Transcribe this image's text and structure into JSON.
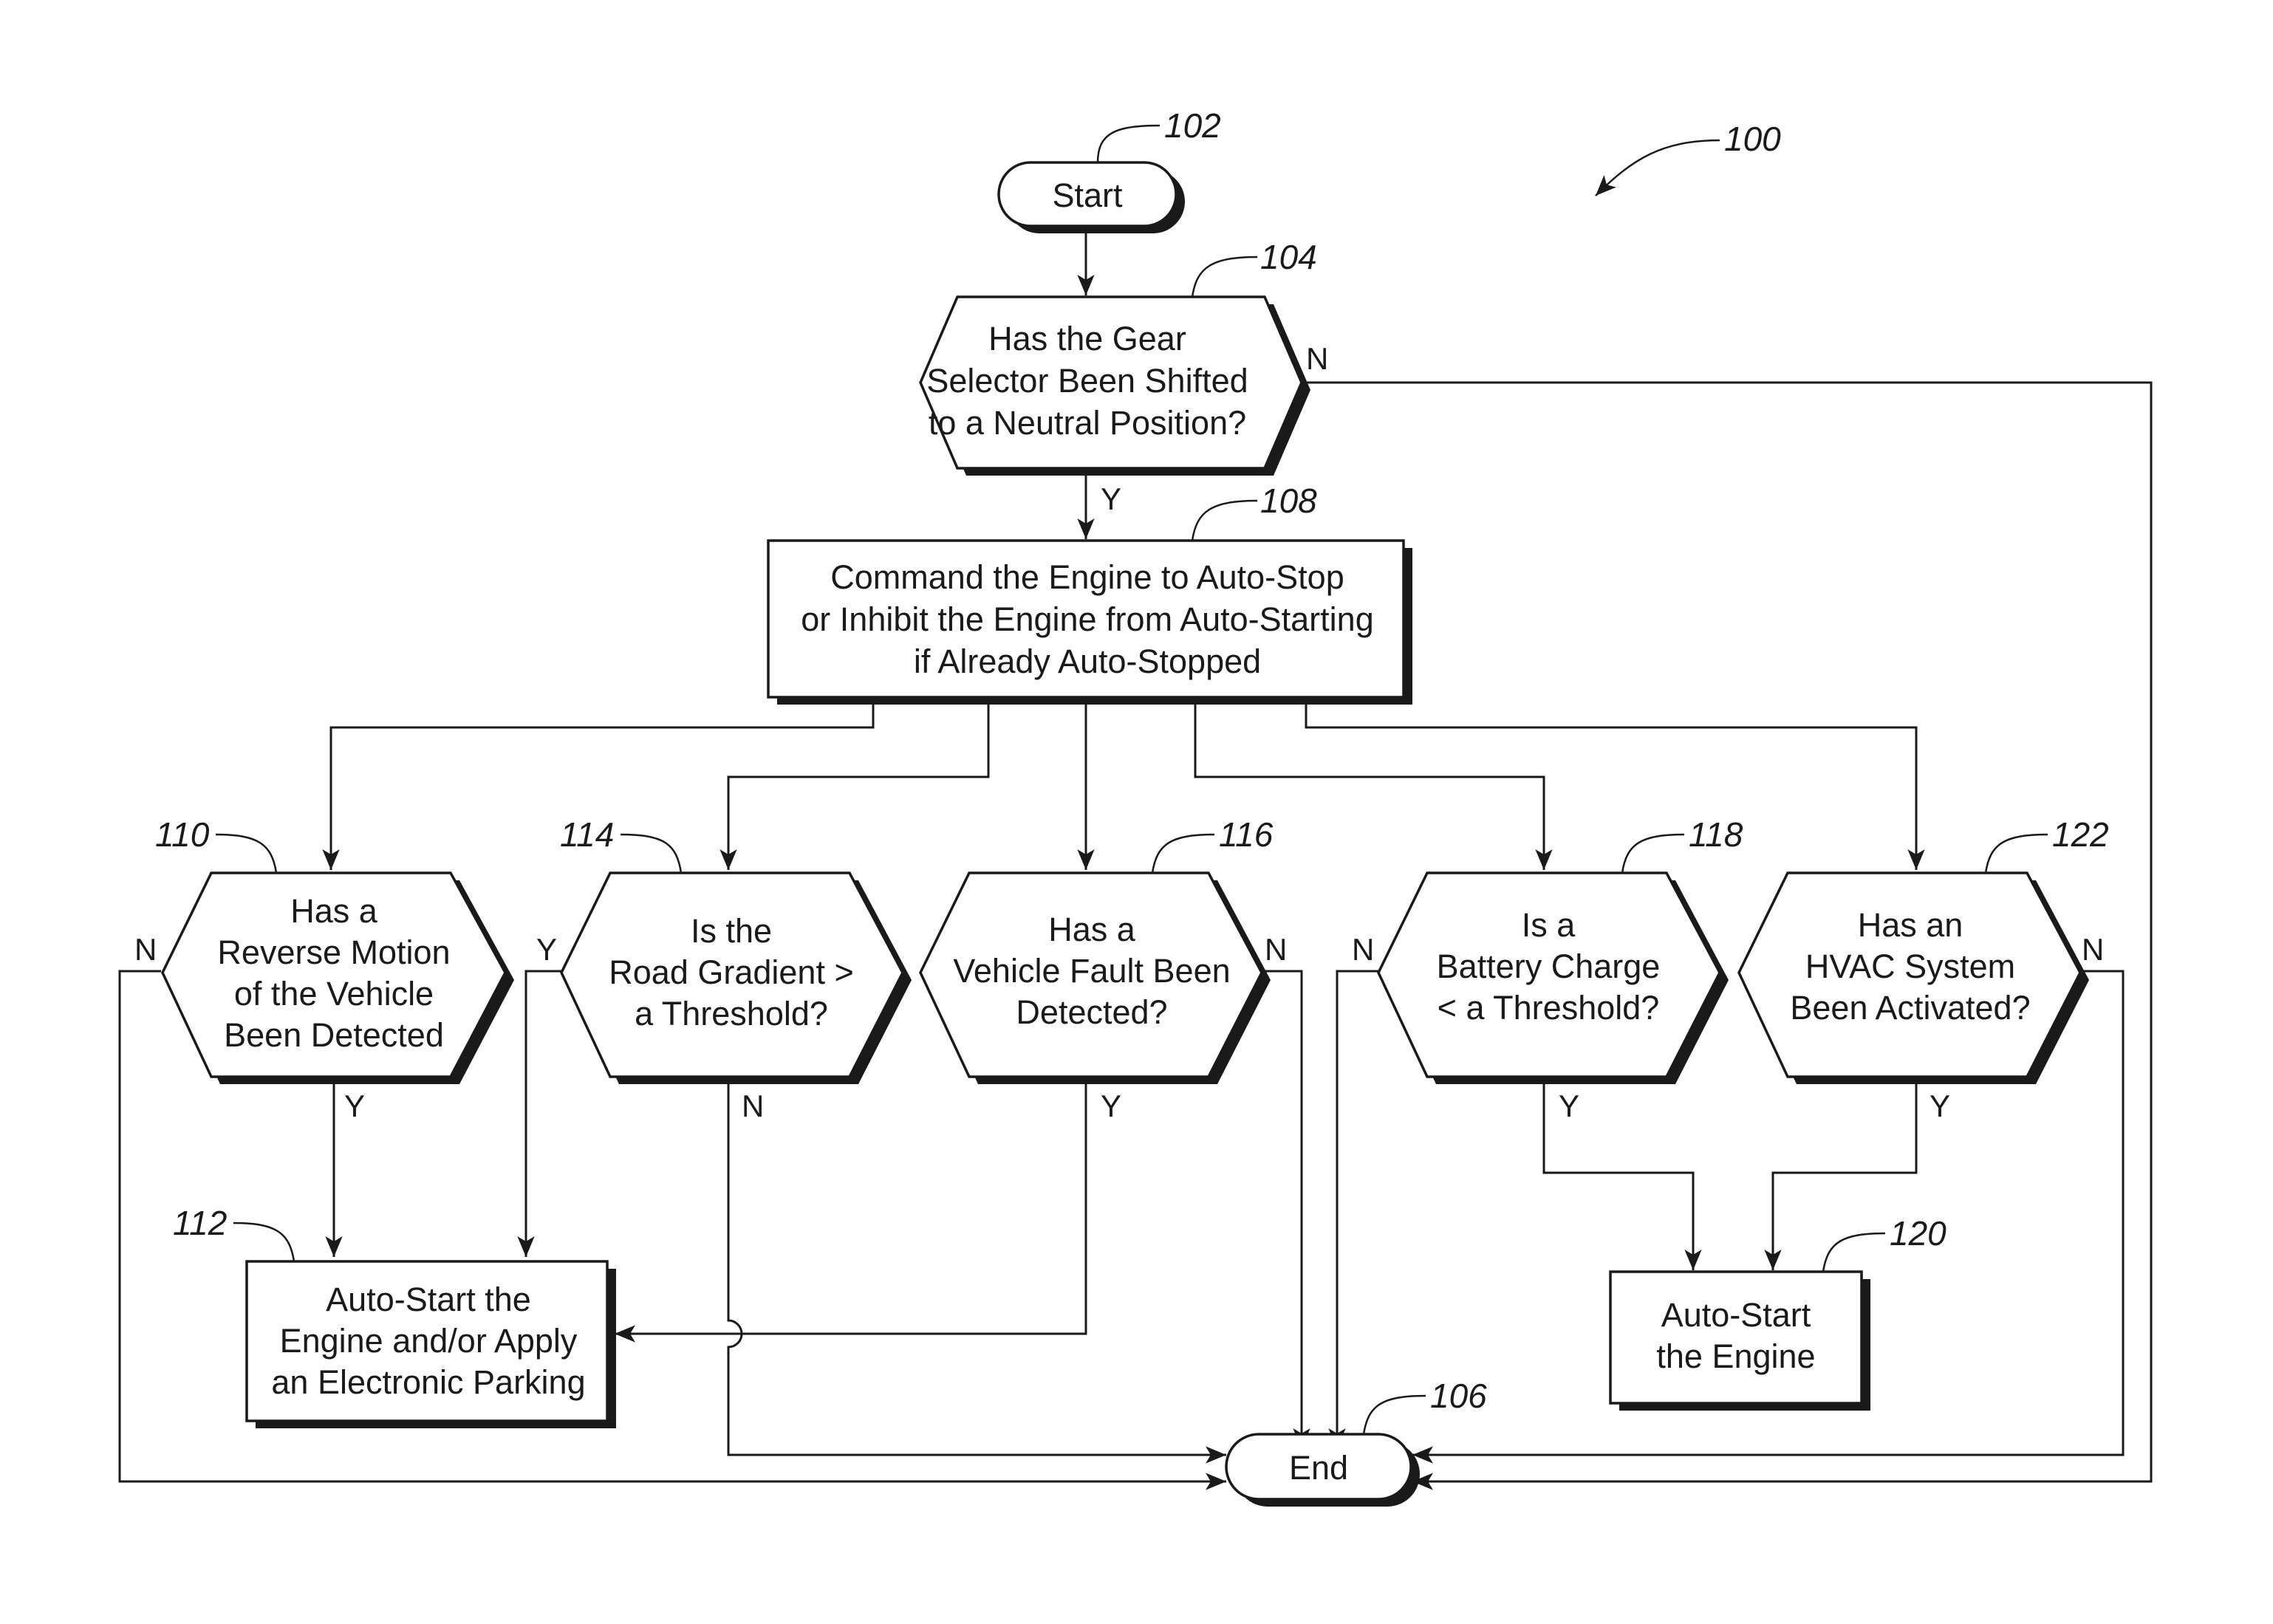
{
  "figure_ref": "100",
  "nodes": {
    "start": {
      "ref": "102",
      "lines": [
        "Start"
      ]
    },
    "gear_selector": {
      "ref": "104",
      "lines": [
        "Has the Gear",
        "Selector Been Shifted",
        "to a Neutral Position?"
      ]
    },
    "command_auto_stop": {
      "ref": "108",
      "lines": [
        "Command the Engine to Auto-Stop",
        "or Inhibit the Engine from Auto-Starting",
        "if Already Auto-Stopped"
      ]
    },
    "reverse_motion": {
      "ref": "110",
      "lines": [
        "Has a",
        "Reverse Motion",
        "of the Vehicle",
        "Been Detected"
      ]
    },
    "road_gradient": {
      "ref": "114",
      "lines": [
        "Is the",
        "Road Gradient >",
        "a Threshold?"
      ]
    },
    "vehicle_fault": {
      "ref": "116",
      "lines": [
        "Has a",
        "Vehicle Fault Been",
        "Detected?"
      ]
    },
    "battery_charge": {
      "ref": "118",
      "lines": [
        "Is a",
        "Battery Charge",
        "< a Threshold?"
      ]
    },
    "hvac_system": {
      "ref": "122",
      "lines": [
        "Has an",
        "HVAC System",
        "Been Activated?"
      ]
    },
    "auto_start_parking": {
      "ref": "112",
      "lines": [
        "Auto-Start the",
        "Engine and/or Apply",
        "an Electronic Parking"
      ]
    },
    "auto_start_engine": {
      "ref": "120",
      "lines": [
        "Auto-Start",
        "the Engine"
      ]
    },
    "end": {
      "ref": "106",
      "lines": [
        "End"
      ]
    }
  },
  "branch_labels": {
    "gear_no": "N",
    "gear_yes": "Y",
    "reverse_no": "N",
    "reverse_yes": "Y",
    "gradient_yes": "Y",
    "gradient_no": "N",
    "fault_no": "N",
    "fault_yes": "Y",
    "battery_no": "N",
    "battery_yes": "Y",
    "hvac_no": "N",
    "hvac_yes": "Y"
  }
}
